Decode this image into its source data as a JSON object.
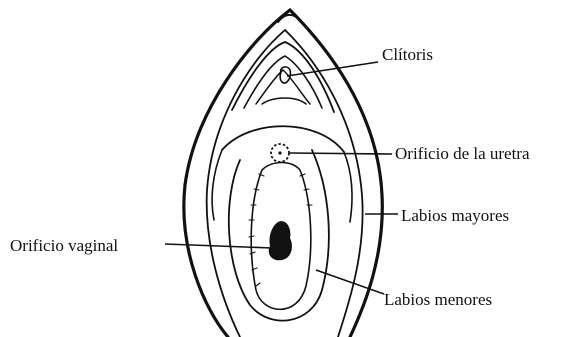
{
  "labels": {
    "clitoris": "Clítoris",
    "urethra": "Orificio de la uretra",
    "labia_majora": "Labios mayores",
    "vaginal_opening": "Orificio vaginal",
    "labia_minora": "Labios menores"
  },
  "colors": {
    "line": "#111111",
    "background": "#ffffff"
  }
}
